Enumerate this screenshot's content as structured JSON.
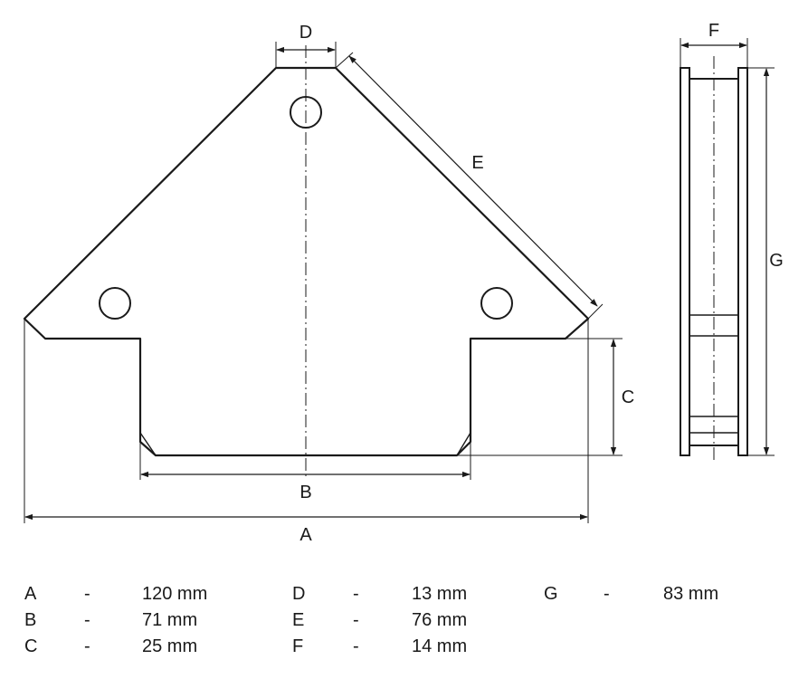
{
  "labels": {
    "A": "A",
    "B": "B",
    "C": "C",
    "D": "D",
    "E": "E",
    "F": "F",
    "G": "G"
  },
  "specs": [
    {
      "letter": "A",
      "dash": "-",
      "value": "120 mm"
    },
    {
      "letter": "B",
      "dash": "-",
      "value": "71 mm"
    },
    {
      "letter": "C",
      "dash": "-",
      "value": "25 mm"
    },
    {
      "letter": "D",
      "dash": "-",
      "value": "13 mm"
    },
    {
      "letter": "E",
      "dash": "-",
      "value": "76 mm"
    },
    {
      "letter": "F",
      "dash": "-",
      "value": "14 mm"
    },
    {
      "letter": "G",
      "dash": "-",
      "value": "83 mm"
    }
  ]
}
